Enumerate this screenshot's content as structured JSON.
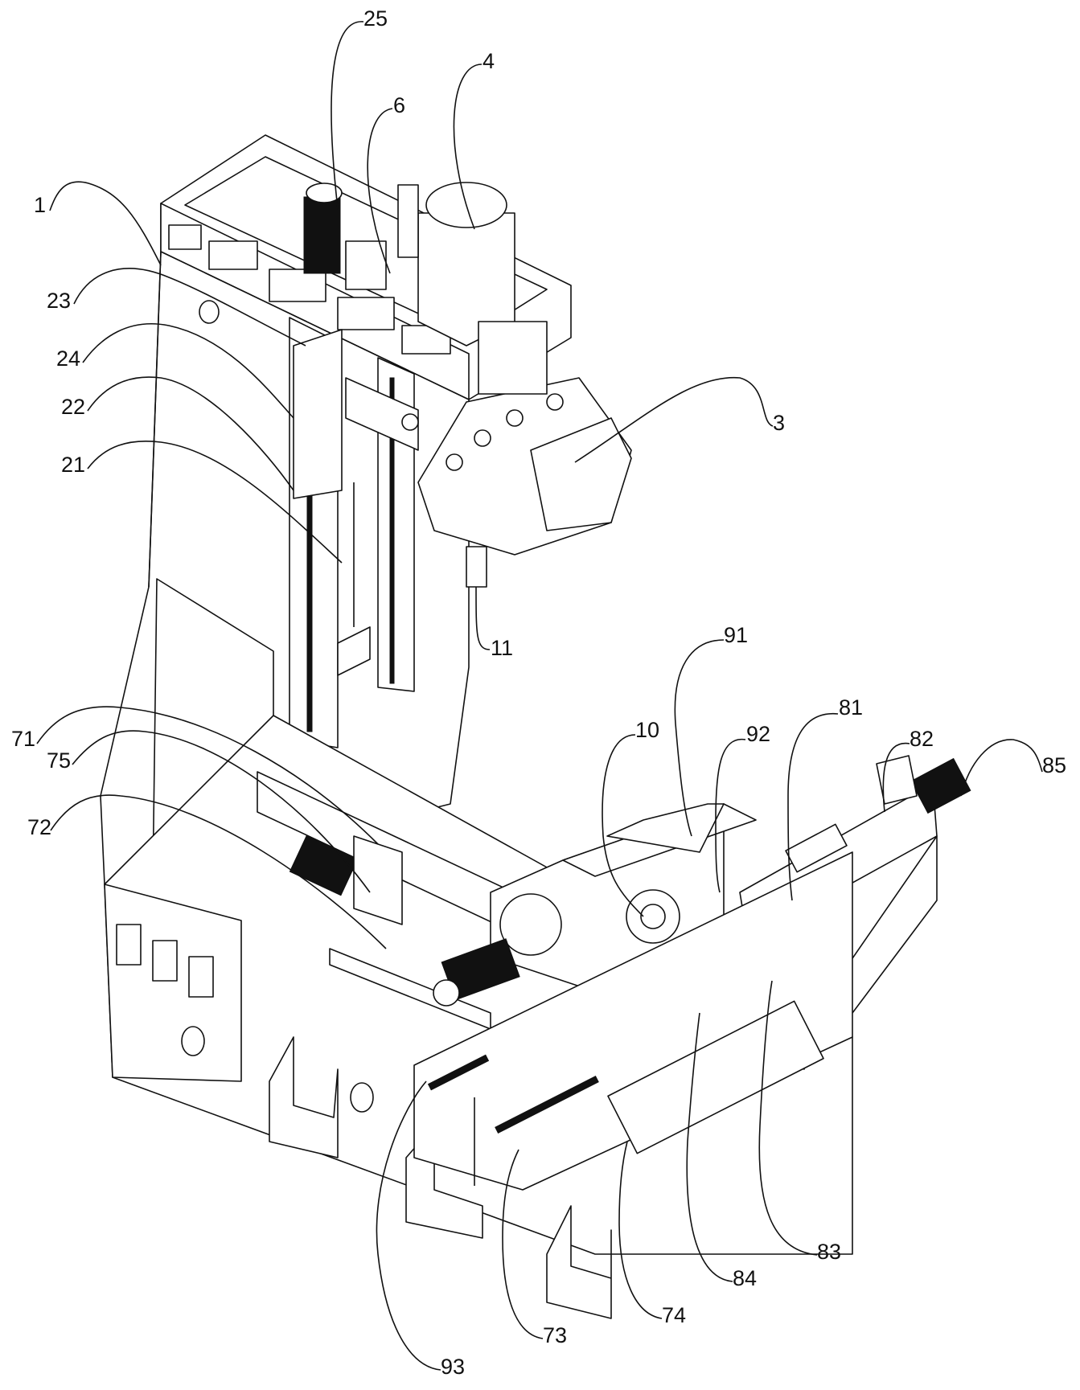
{
  "figure": {
    "type": "patent-isometric-drawing",
    "subject": "machine tool with column, turret tool head, rotary table and linear axes",
    "background_color": "#ffffff",
    "line_color": "#111111"
  },
  "labels": [
    {
      "id": "25"
    },
    {
      "id": "4"
    },
    {
      "id": "6"
    },
    {
      "id": "1"
    },
    {
      "id": "23"
    },
    {
      "id": "24"
    },
    {
      "id": "22"
    },
    {
      "id": "21"
    },
    {
      "id": "3"
    },
    {
      "id": "11"
    },
    {
      "id": "91"
    },
    {
      "id": "81"
    },
    {
      "id": "10"
    },
    {
      "id": "92"
    },
    {
      "id": "82"
    },
    {
      "id": "85"
    },
    {
      "id": "71"
    },
    {
      "id": "75"
    },
    {
      "id": "72"
    },
    {
      "id": "83"
    },
    {
      "id": "84"
    },
    {
      "id": "74"
    },
    {
      "id": "73"
    },
    {
      "id": "93"
    }
  ]
}
